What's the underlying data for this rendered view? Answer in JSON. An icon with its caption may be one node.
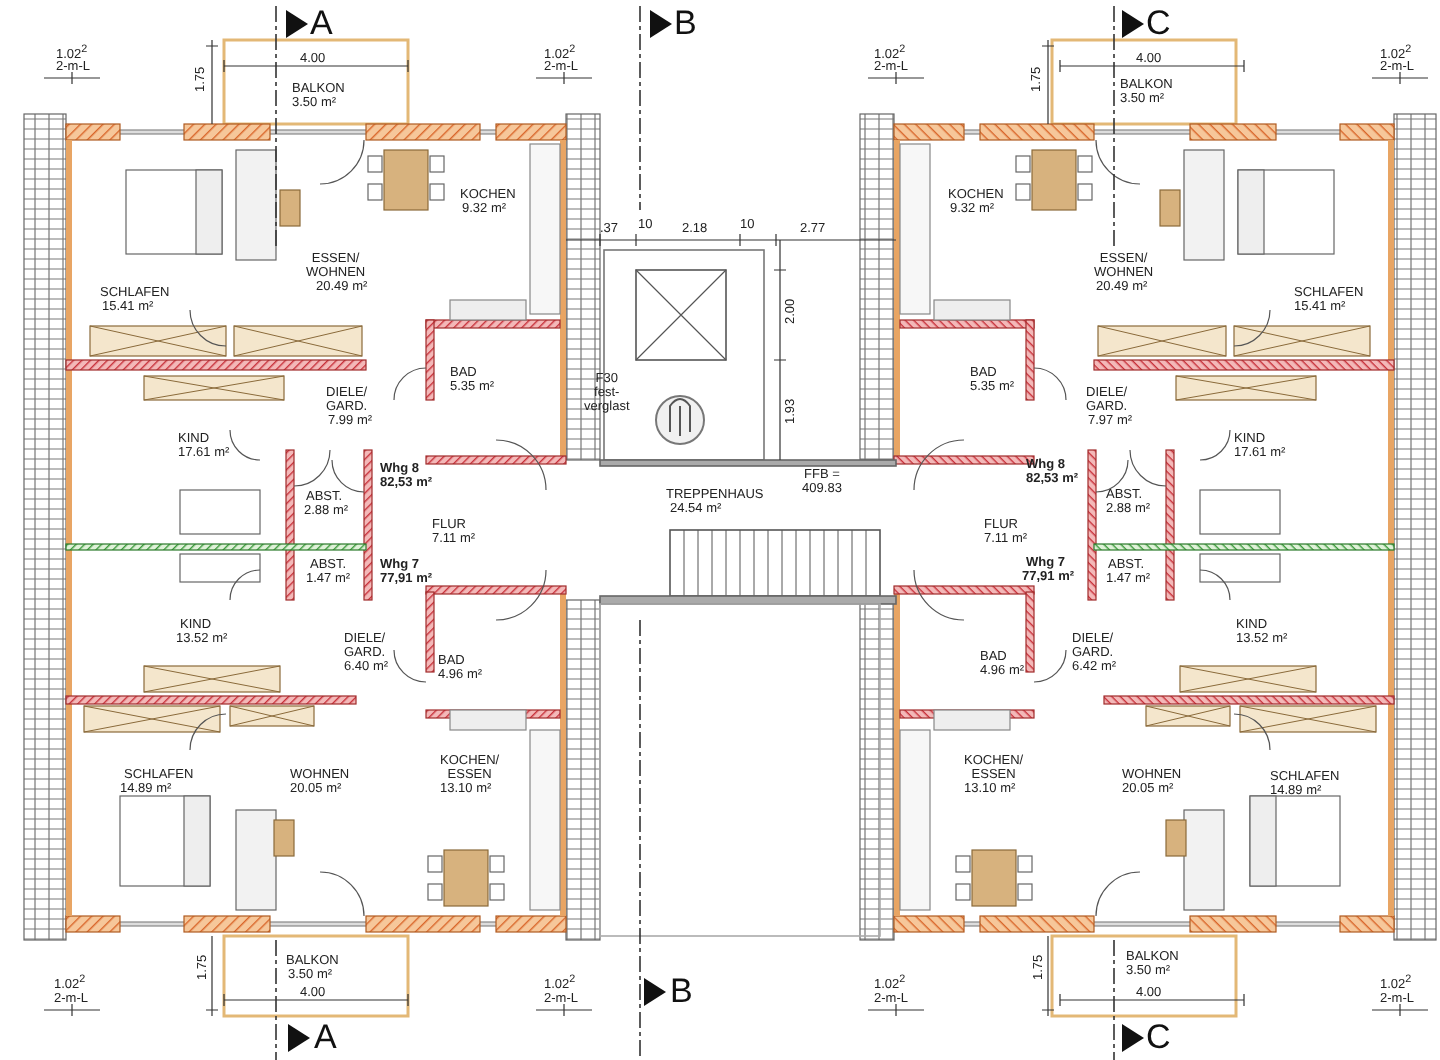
{
  "diagram": {
    "labels": [
      "A",
      "B",
      "C",
      "1.02$^{2}$",
      "2-m-L",
      "1.75",
      "4.00",
      "1.02$^{2}$",
      "2-m-L",
      "1.02$^{2}$",
      "2-m-L",
      "1.75",
      "4.00",
      "1.02$^{2}$",
      "2-m-L",
      "BALKON",
      "3.50 m²",
      "BALKON",
      "3.50 m²",
      "KOCHEN",
      "9.32 m²",
      "KOCHEN",
      "9.32 m²",
      ".37",
      "10",
      "2.18",
      "10",
      "2.77",
      "ESSEN/ WOHNEN",
      "20.49 m²",
      "ESSEN/ WOHNEN",
      "20.49 m²",
      "SCHLAFEN",
      "15.41 m²",
      "SCHLAFEN",
      "15.41 m²",
      "2.00",
      "BAD",
      "5.35 m²",
      "F30 fest-verglast",
      "BAD",
      "5.35 m²",
      "DIELE/ GARD.",
      "7.99 m²",
      "DIELE/ GARD.",
      "7.97 m²",
      "1.93",
      "KIND",
      "17.61 m²",
      "KIND",
      "17.61 m²",
      "Whg 8",
      "82,53 m²",
      "Whg 8",
      "82,53 m²",
      "FFB = 409.83",
      "TREPPENHAUS",
      "24.54 m²",
      "ABST.",
      "2.88 m²",
      "ABST.",
      "2.88 m²",
      "FLUR",
      "7.11 m²",
      "FLUR",
      "7.11 m²",
      "ABST.",
      "1.47 m²",
      "Whg 7",
      "77,91 m²",
      "Whg 7",
      "77,91 m²",
      "ABST.",
      "1.47 m²",
      "KIND",
      "13.52 m²",
      "KIND",
      "13.52 m²",
      "DIELE/ GARD.",
      "6.40 m²",
      "BAD",
      "4.96 m²",
      "DIELE/ GARD.",
      "6.42 m²",
      "BAD",
      "4.96 m²",
      "KOCHEN/ ESSEN",
      "13.10 m²",
      "KOCHEN/ ESSEN",
      "13.10 m²",
      "WOHNEN",
      "20.05 m²",
      "WOHNEN",
      "20.05 m²",
      "SCHLAFEN",
      "14.89 m²",
      "SCHLAFEN",
      "14.89 m²",
      "1.75",
      "BALKON",
      "3.50 m²",
      "BALKON",
      "3.50 m²",
      "1.02$^{2}$",
      "2-m-L",
      "1.02$^{2}$",
      "2-m-L",
      "1.02$^{2}$",
      "2-m-L",
      "1.02$^{2}$",
      "2-m-L",
      "4.00",
      "4.00",
      "1.75",
      "B",
      "A",
      "C"
    ]
  }
}
